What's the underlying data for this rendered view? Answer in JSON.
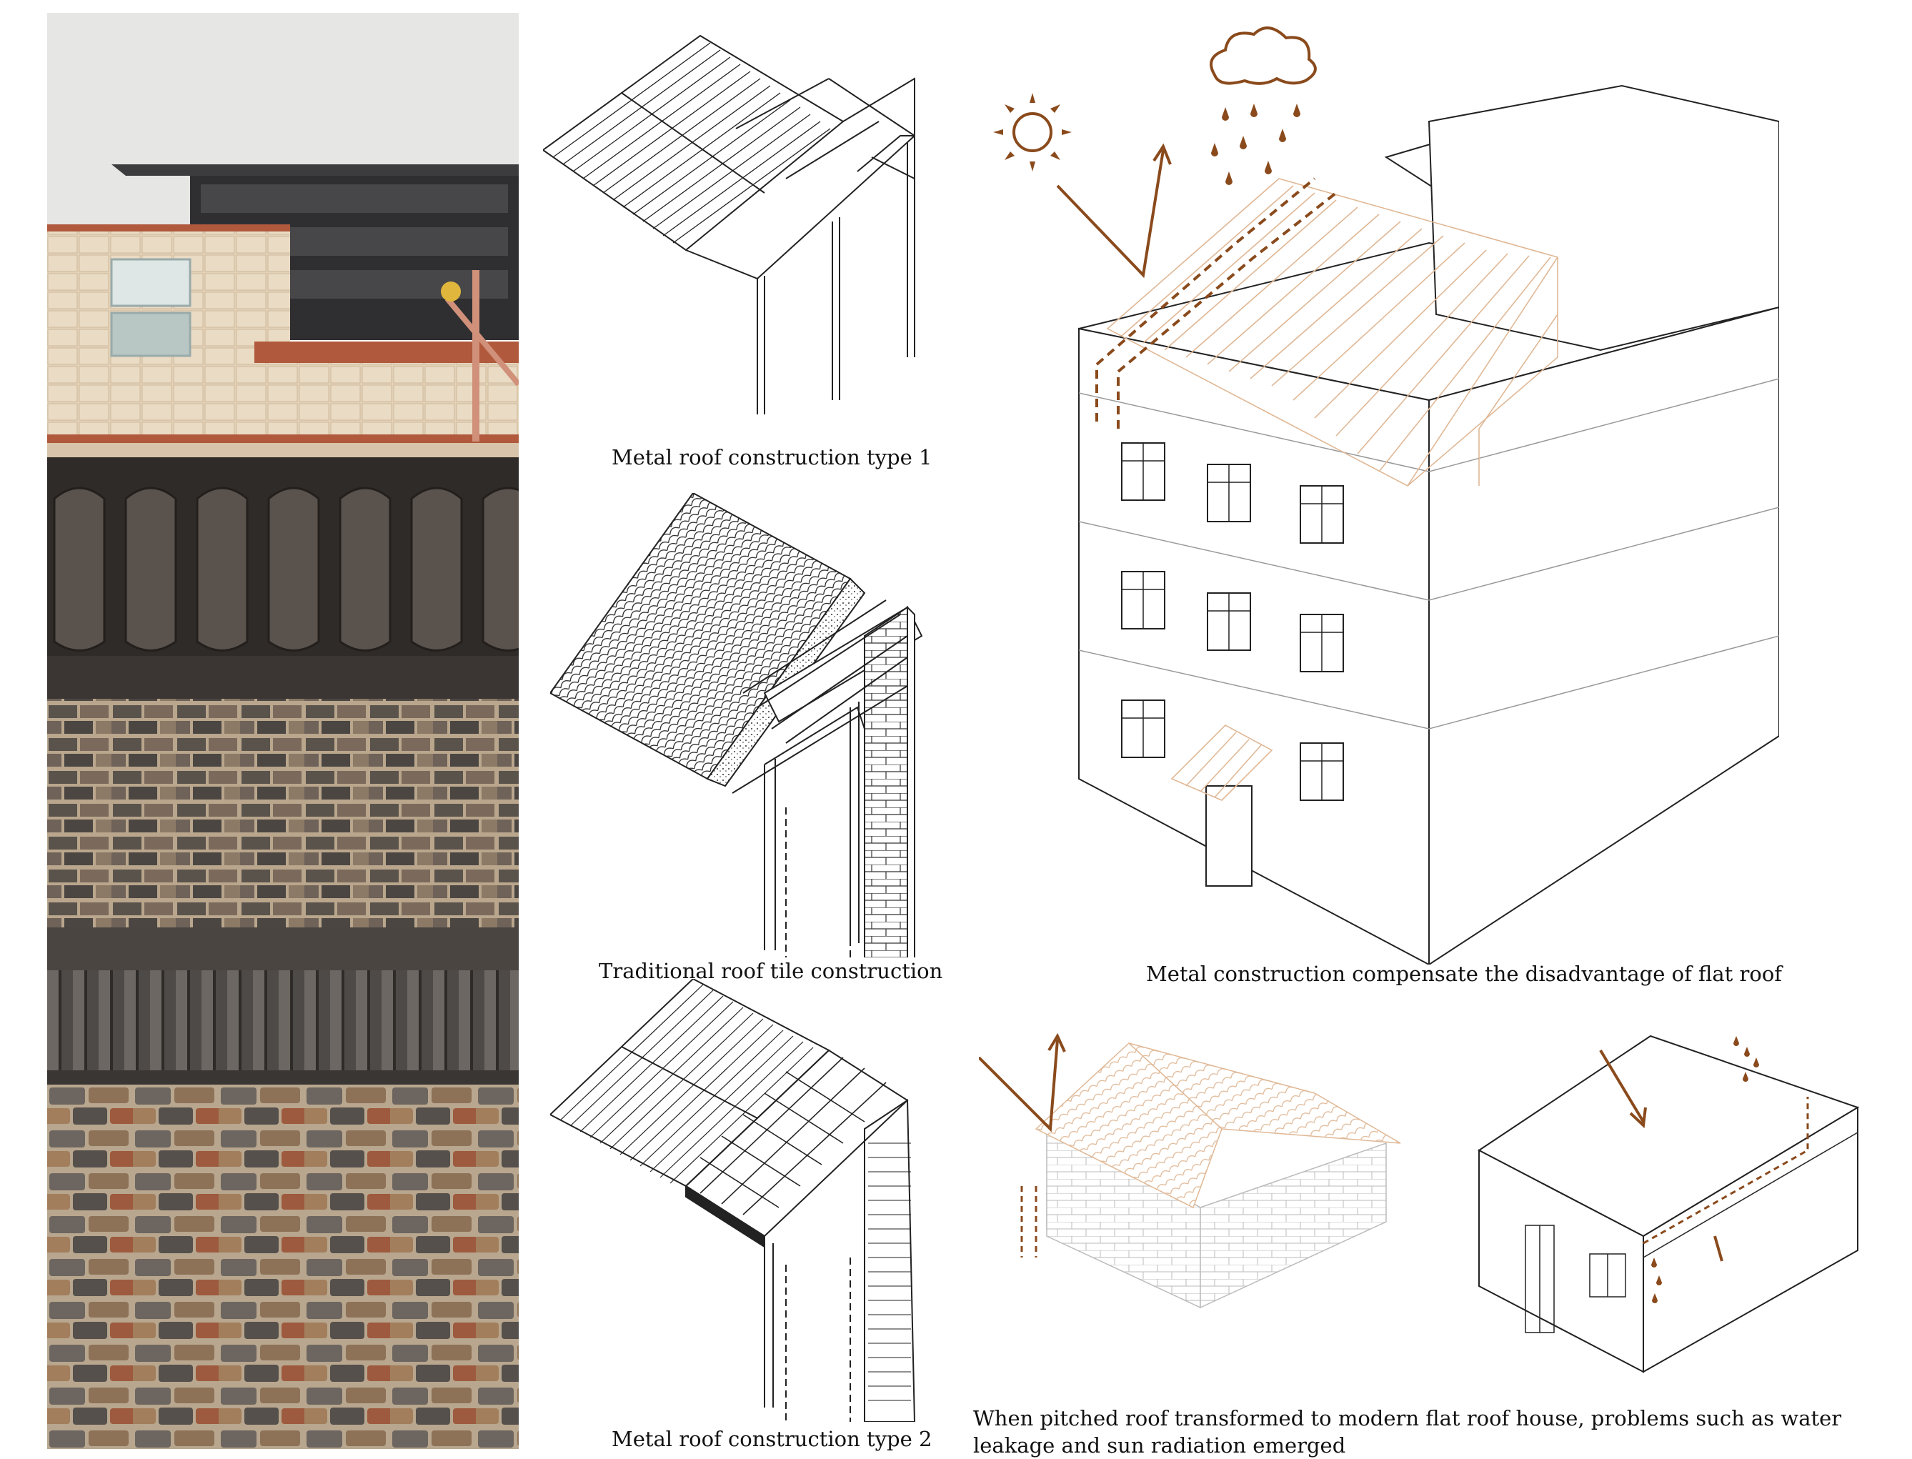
{
  "captions": {
    "type1": "Metal roof construction type 1",
    "traditional": "Traditional roof tile construction",
    "type2": "Metal roof construction type 2",
    "main": "Metal construction compensate the disadvantage of flat roof",
    "bottom": "When pitched roof transformed to modern flat roof house, problems such as water leakage and sun radiation emerged"
  },
  "colors": {
    "line": "#222222",
    "accent": "#8a4a1c",
    "accent_light": "#e6c3a3",
    "brick_dark": "#4a4440",
    "brick_warm": "#8a6a52",
    "tile_wall": "#e2cfb4",
    "sky": "#e8e8e6"
  },
  "icons": [
    "sun-icon",
    "cloud-icon",
    "rain-drops-icon",
    "arrow-icon"
  ]
}
